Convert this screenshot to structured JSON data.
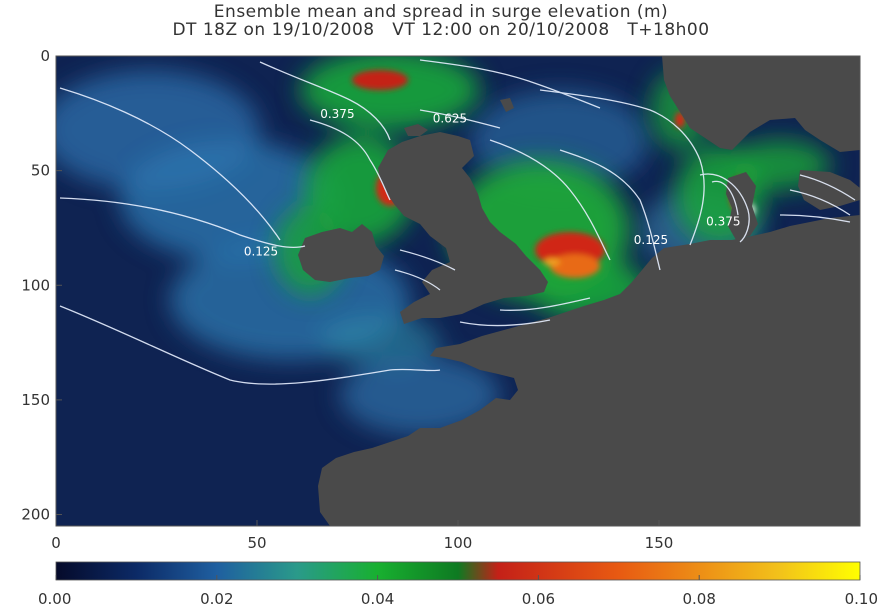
{
  "title": "Ensemble mean and spread in surge elevation (m)",
  "subtitle": "DT 18Z on 19/10/2008   VT 12:00 on 20/10/2008   T+18h00",
  "colors": {
    "land": "#4a4a4a",
    "deep_sea": "#0d1f4a",
    "mid_sea": "#2e6fa8",
    "green": "#1aa63a",
    "red": "#d42a1a",
    "orange": "#f0a020",
    "yellow": "#ffff00",
    "contour": "#e8f0ff"
  },
  "chart_data": {
    "type": "heatmap",
    "x_ticks": [
      "0",
      "50",
      "100",
      "150"
    ],
    "y_ticks": [
      "0",
      "50",
      "100",
      "150",
      "200"
    ],
    "xlim": [
      0,
      200
    ],
    "ylim": [
      205,
      0
    ],
    "colorbar": {
      "min": 0.0,
      "max": 0.1,
      "tick_labels": [
        "0.00",
        "0.02",
        "0.04",
        "0.06",
        "0.08",
        "0.10"
      ],
      "stops": [
        {
          "v": 0.0,
          "color": "#050a2a"
        },
        {
          "v": 0.01,
          "color": "#0c2a66"
        },
        {
          "v": 0.02,
          "color": "#1f5fa0"
        },
        {
          "v": 0.03,
          "color": "#2a9a8a"
        },
        {
          "v": 0.04,
          "color": "#18b030"
        },
        {
          "v": 0.05,
          "color": "#0e7a22"
        },
        {
          "v": 0.055,
          "color": "#c42018"
        },
        {
          "v": 0.07,
          "color": "#e85a12"
        },
        {
          "v": 0.09,
          "color": "#f2c21a"
        },
        {
          "v": 0.1,
          "color": "#ffff00"
        }
      ]
    },
    "contour_labels": [
      {
        "text": "0.375",
        "x": 70,
        "y": 27
      },
      {
        "text": "0.625",
        "x": 98,
        "y": 29
      },
      {
        "text": "0.125",
        "x": 51,
        "y": 87
      },
      {
        "text": "0.125",
        "x": 148,
        "y": 82
      },
      {
        "text": "0.375",
        "x": 166,
        "y": 74
      }
    ]
  }
}
